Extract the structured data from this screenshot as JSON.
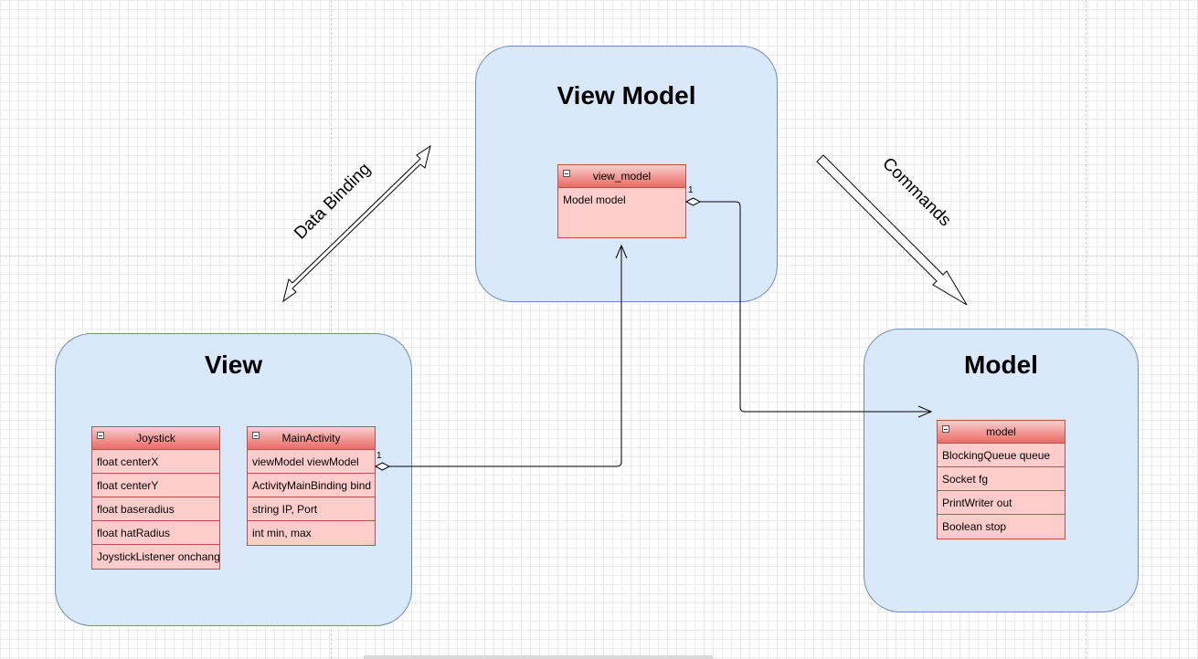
{
  "layers": {
    "view_model": {
      "title": "View Model"
    },
    "view": {
      "title": "View"
    },
    "model": {
      "title": "Model"
    }
  },
  "classes": {
    "view_model": {
      "name": "view_model",
      "attributes": [
        "Model model"
      ]
    },
    "joystick": {
      "name": "Joystick",
      "attributes": [
        "float centerX",
        "float centerY",
        "float baseradius",
        "float hatRadius",
        "JoystickListener onchang"
      ]
    },
    "main_activity": {
      "name": "MainActivity",
      "attributes": [
        "viewModel viewModel",
        "ActivityMainBinding bind",
        "string IP, Port",
        "int min, max"
      ]
    },
    "model": {
      "name": "model",
      "attributes": [
        "BlockingQueue queue",
        "Socket fg",
        "PrintWriter out",
        "Boolean stop"
      ]
    }
  },
  "arrows": {
    "data_binding": {
      "label": "Data Binding"
    },
    "commands": {
      "label": "Commands"
    }
  },
  "multiplicities": {
    "vm_to_model": "1",
    "main_to_vm": "1"
  },
  "colors": {
    "layer_fill": "#dae8fc",
    "layer_stroke": "#6c8ebf",
    "class_fill": "#ffcccc",
    "class_header_top": "#f8cecc",
    "class_header_bottom": "#ea6b66",
    "class_stroke": "#b85450"
  }
}
